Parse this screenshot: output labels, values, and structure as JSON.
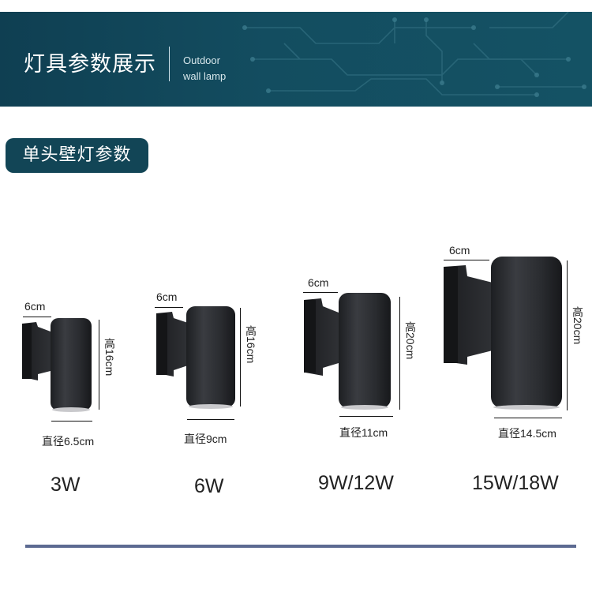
{
  "banner": {
    "title": "灯具参数展示",
    "subtitle_line1": "Outdoor",
    "subtitle_line2": "wall lamp"
  },
  "section": {
    "title": "单头壁灯参数"
  },
  "lamps": [
    {
      "depth": "6cm",
      "height": "高16cm",
      "diameter": "直径6.5cm",
      "wattage": "3W"
    },
    {
      "depth": "6cm",
      "height": "高16cm",
      "diameter": "直径9cm",
      "wattage": "6W"
    },
    {
      "depth": "6cm",
      "height": "高20cm",
      "diameter": "直径11cm",
      "wattage": "9W/12W"
    },
    {
      "depth": "6cm",
      "height": "高20cm",
      "diameter": "直径14.5cm",
      "wattage": "15W/18W"
    }
  ],
  "colors": {
    "banner": "#134d60",
    "pill": "#124556",
    "lamp_body": "#2b2d31",
    "rule": "#5c6a91"
  }
}
